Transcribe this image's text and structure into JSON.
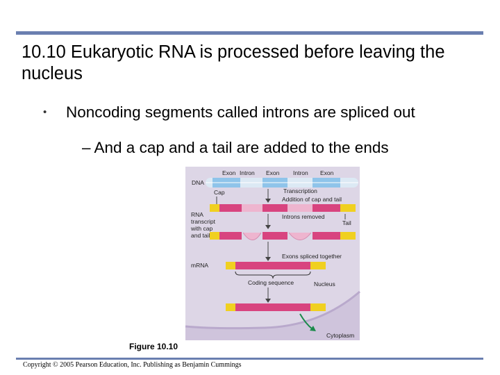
{
  "slide": {
    "title": "10.10 Eukaryotic RNA is processed before leaving the nucleus",
    "bullet1": "Noncoding segments called introns are spliced out",
    "bullet1_marker": "•",
    "bullet2": "– And a cap and a tail are added to the ends",
    "figure_label": "Figure 10.10",
    "copyright": "Copyright © 2005 Pearson Education, Inc. Publishing as Benjamin Cummings",
    "accent_color": "#6a7fb0"
  },
  "diagram": {
    "labels": {
      "exon1": "Exon",
      "intron1": "Intron",
      "exon2": "Exon",
      "intron2": "Intron",
      "exon3": "Exon",
      "dna": "DNA",
      "cap": "Cap",
      "transcription_line1": "Transcription",
      "transcription_line2": "Addition of cap and tail",
      "rna_line1": "RNA",
      "rna_line2": "transcript",
      "rna_line3": "with cap",
      "rna_line4": "and tail",
      "introns_removed": "Introns removed",
      "tail": "Tail",
      "exons_spliced": "Exons spliced together",
      "mrna": "mRNA",
      "coding_sequence": "Coding sequence",
      "nucleus": "Nucleus",
      "cytoplasm": "Cytoplasm"
    },
    "colors": {
      "nucleus_bg": "#ddd6e6",
      "cytoplasm_bg": "#cfc4dc",
      "dna_exon": "#8fc4ea",
      "dna_intron": "#dce9f4",
      "rna_exon": "#d8447f",
      "rna_intron": "#eeb5cf",
      "cap_tail": "#f0d020",
      "arrow_green": "#1a8a4a"
    }
  }
}
